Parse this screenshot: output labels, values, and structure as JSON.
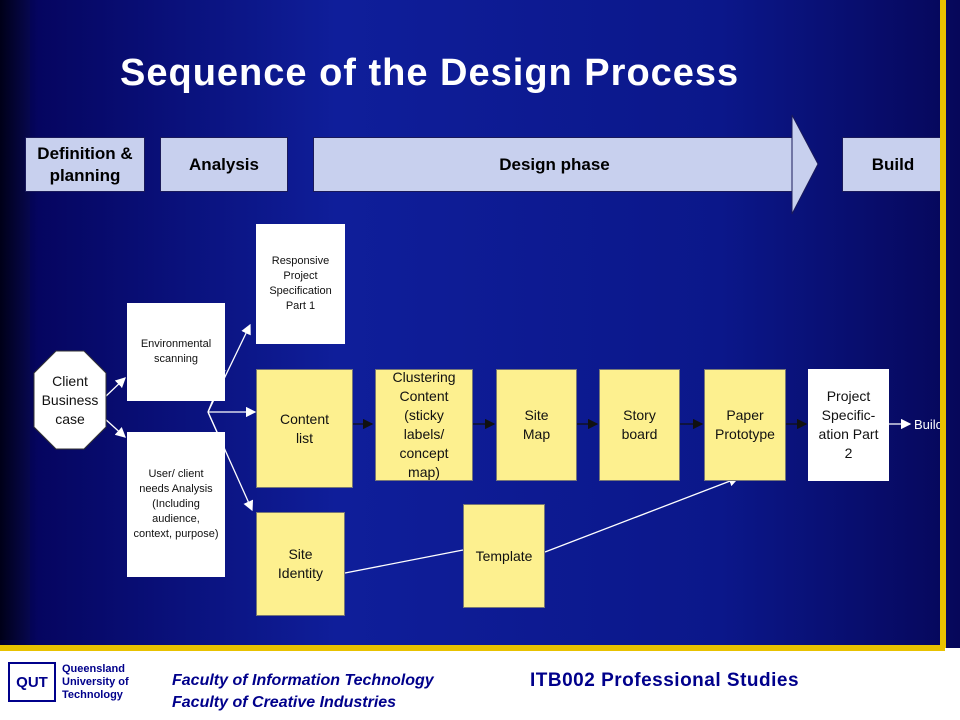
{
  "title": "Sequence of the Design Process",
  "phases": {
    "definition": "Definition & planning",
    "analysis": "Analysis",
    "design": "Design phase",
    "build": "Build"
  },
  "nodes": {
    "client": "Client Business case",
    "environmental": "Environmental scanning",
    "user_needs": "User/ client needs Analysis (Including audience, context, purpose)",
    "responsive": "Responsive Project Specification Part 1",
    "content_list": "Content list",
    "site_identity": "Site Identity",
    "clustering": "Clustering Content (sticky labels/ concept map)",
    "site_map": "Site Map",
    "story_board": "Story board",
    "paper_prototype": "Paper Prototype",
    "template": "Template",
    "project_spec": "Project Specific- ation Part 2",
    "build_label": "Build"
  },
  "footer": {
    "logo_text": "Queensland University of Technology",
    "logo_abbr": "QUT",
    "faculty_1": "Faculty of Information Technology",
    "faculty_2": "Faculty of Creative Industries",
    "course": "ITB002 Professional Studies"
  },
  "colors": {
    "phase_fill": "#c8d0ee",
    "box_yellow": "#fdf08f",
    "accent_gold": "#e8c200",
    "footer_text": "#00008b"
  }
}
